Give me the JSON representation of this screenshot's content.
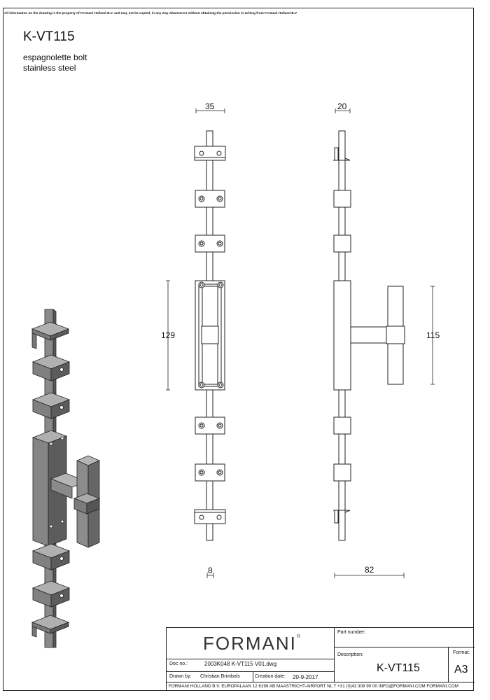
{
  "notice": "All information on the drawing is the property of Formani Holland B.V. and may not be copied, in any way whatsoever without obtaining the permission in writing from Formani Holland B.V",
  "product": {
    "code": "K-VT115",
    "line1": "espagnolette bolt",
    "line2": "stainless steel"
  },
  "dimensions": {
    "front_width": "35",
    "side_width": "20",
    "front_height": "129",
    "side_height": "115",
    "rod_width": "8",
    "handle_depth": "82"
  },
  "title_block": {
    "brand": "FORMANI",
    "registered": "®",
    "part_number_label": "Part number:",
    "description_label": "Description:",
    "description": "K-VT115",
    "format_label": "Format:",
    "format": "A3",
    "doc_no_label": "Doc no.:",
    "doc_no": "2003K048 K-VT115 V01.dwg",
    "drawn_by_label": "Drawn by:",
    "drawn_by": "Christian Brimbols",
    "creation_date_label": "Creation date:",
    "creation_date": "20-9-2017",
    "footer": "FORMANI HOLLAND B.V.  EUROPALAAN 12  6199 AB MAASTRICHT-AIRPORT NL  T +31 (0)43 308 90 00 INFO@FORMANI.COM FORMANI.COM"
  },
  "colors": {
    "steel_light": "#9c9c9c",
    "steel_mid": "#7a7a7a",
    "steel_dark": "#555555",
    "line": "#222222"
  }
}
